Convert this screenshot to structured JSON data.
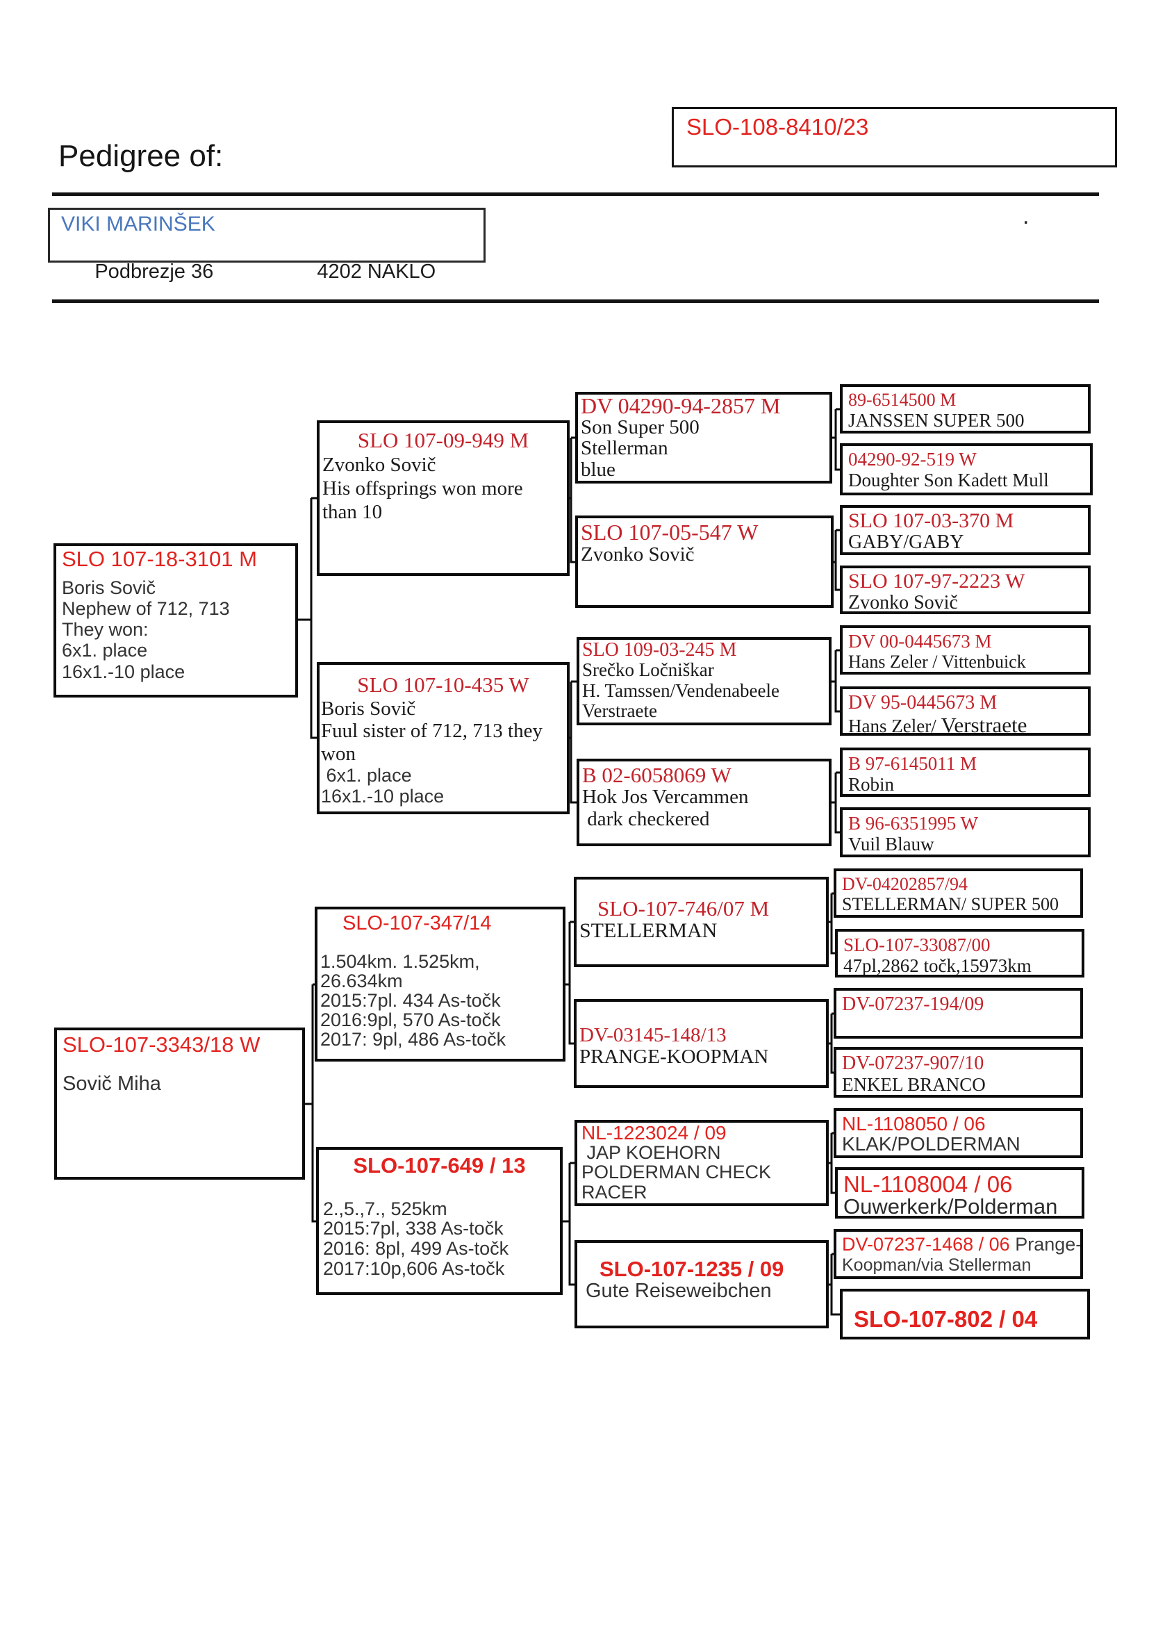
{
  "page": {
    "title": "Pedigree of:",
    "ring_number": "SLO-108-8410/23",
    "mark": "."
  },
  "owner": {
    "name": "VIKI MARINŠEK",
    "street": "Podbrezje 36",
    "city": "4202 NAKLO"
  },
  "tree": {
    "sire": {
      "id": "SLO 107-18-3101 M",
      "lines": [
        "Boris Sovič",
        "Nephew of 712, 713",
        "They won:",
        "6x1. place",
        "16x1.-10 place"
      ]
    },
    "dam": {
      "id": "SLO-107-3343/18 W",
      "lines": [
        "Sovič Miha"
      ]
    },
    "ss": {
      "id": "SLO 107-09-949 M",
      "lines": [
        "Zvonko Sovič",
        "His offsprings won more",
        "than 10"
      ]
    },
    "sd": {
      "id": "SLO 107-10-435 W",
      "lines": [
        "Boris Sovič",
        "Fuul sister of 712, 713 they",
        "won",
        " 6x1. place",
        "16x1.-10 place"
      ]
    },
    "ds": {
      "id": "SLO-107-347/14",
      "lines": [
        "1.504km. 1.525km,",
        "26.634km",
        "2015:7pl. 434 As-točk",
        "2016:9pl, 570 As-točk",
        "2017: 9pl, 486 As-točk"
      ]
    },
    "dd": {
      "id": "SLO-107-649 / 13",
      "lines": [
        "2.,5.,7., 525km",
        "2015:7pl, 338 As-točk",
        "2016: 8pl, 499 As-točk",
        "2017:10p,606 As-točk"
      ]
    },
    "sss": {
      "id": "DV 04290-94-2857 M",
      "lines": [
        "Son Super 500",
        "Stellerman",
        "blue"
      ]
    },
    "ssd": {
      "id": "SLO 107-05-547 W",
      "lines": [
        "Zvonko Sovič"
      ]
    },
    "sds": {
      "id": "SLO 109-03-245 M",
      "lines": [
        "Srečko Ločniškar",
        "H. Tamssen/Vendenabeele",
        "Verstraete"
      ]
    },
    "sdd": {
      "id": "B 02-6058069 W",
      "lines": [
        "Hok Jos Vercammen",
        " dark checkered"
      ]
    },
    "dss": {
      "id": "SLO-107-746/07 M",
      "lines": [
        "STELLERMAN"
      ]
    },
    "dsd": {
      "id": "DV-03145-148/13",
      "lines": [
        "PRANGE-KOOPMAN"
      ]
    },
    "dds": {
      "id": "NL-1223024 / 09",
      "lines": [
        " JAP KOEHORN",
        "POLDERMAN CHECK",
        "RACER"
      ]
    },
    "ddd": {
      "id": "SLO-107-1235 / 09",
      "lines": [
        "Gute Reiseweibchen"
      ]
    },
    "g4": [
      {
        "id": "89-6514500 M",
        "name": "JANSSEN SUPER 500"
      },
      {
        "id": "04290-92-519 W",
        "name": "Doughter Son Kadett Mull"
      },
      {
        "id": "SLO 107-03-370 M",
        "name": "GABY/GABY"
      },
      {
        "id": "SLO 107-97-2223 W",
        "name": "Zvonko Sovič"
      },
      {
        "id": "DV 00-0445673 M",
        "name": "Hans Zeler / Vittenbuick"
      },
      {
        "id": "DV 95-0445673 M",
        "name": "Hans Zeler/ ",
        "name2": "Verstraete"
      },
      {
        "id": "B 97-6145011 M",
        "name": "Robin"
      },
      {
        "id": "B 96-6351995 W",
        "name": "Vuil Blauw"
      },
      {
        "id": "DV-04202857/94",
        "name": "STELLERMAN/ SUPER 500"
      },
      {
        "id": "SLO-107-33087/00",
        "name": "47pl,2862 točk,15973km"
      },
      {
        "id": "DV-07237-194/09",
        "name": ""
      },
      {
        "id": "DV-07237-907/10",
        "name": "ENKEL BRANCO"
      },
      {
        "id": "NL-1108050 / 06",
        "name": "KLAK/POLDERMAN"
      },
      {
        "id": "NL-1108004 / 06",
        "name": "Ouwerkerk/Polderman"
      },
      {
        "id": "DV-07237-1468 / 06",
        "id_suffix": " Prange-",
        "name": "Koopman/via Stellerman"
      },
      {
        "id": "SLO-107-802 / 04",
        "name": ""
      }
    ]
  },
  "colors": {
    "red_sans": "#e2231f",
    "red_serif": "#c3222a",
    "blue": "#4a77bd",
    "ink": "#0b0b0b"
  }
}
